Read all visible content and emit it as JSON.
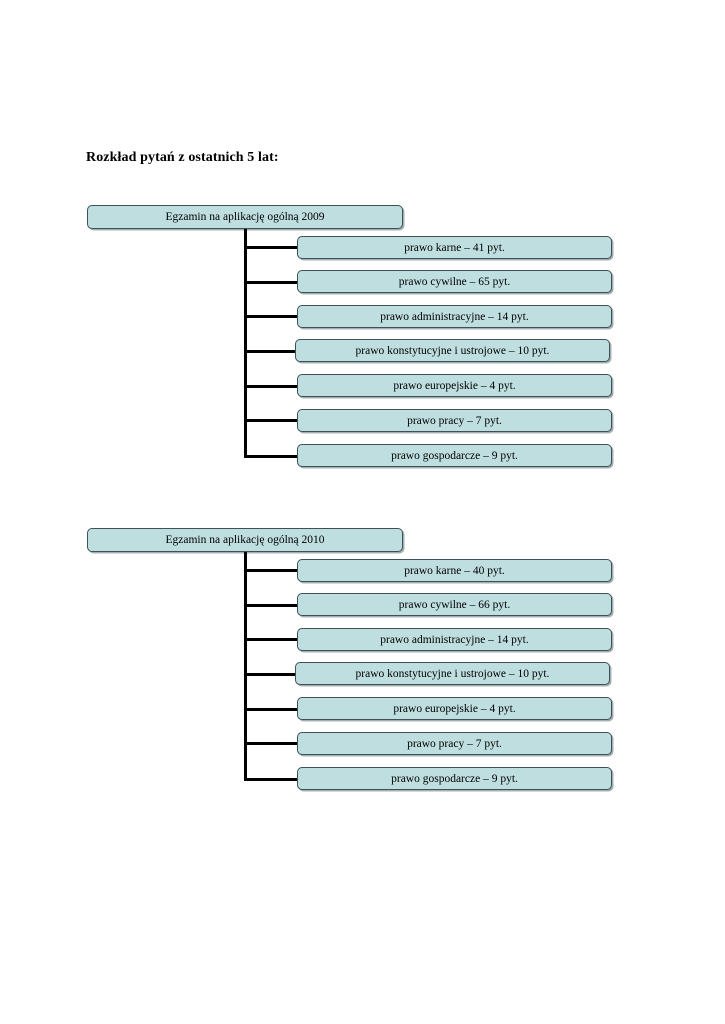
{
  "document": {
    "title": "Rozkład pytań z ostatnich 5 lat:",
    "background_color": "#ffffff",
    "node_fill_color": "#bfdee0",
    "node_border_color": "#3d5257",
    "connector_color": "#000000"
  },
  "chart_data": {
    "type": "diagram",
    "title": "Rozkład pytań z ostatnich 5 lat:",
    "diagram_kind": "tree",
    "groups": [
      {
        "root_label": "Egzamin na aplikację ogólną 2009",
        "year": "2009",
        "children": [
          {
            "label": "prawo karne – 41 pyt.",
            "category": "prawo karne",
            "value": 41,
            "unit": "pyt."
          },
          {
            "label": "prawo cywilne – 65 pyt.",
            "category": "prawo cywilne",
            "value": 65,
            "unit": "pyt."
          },
          {
            "label": "prawo administracyjne – 14 pyt.",
            "category": "prawo administracyjne",
            "value": 14,
            "unit": "pyt."
          },
          {
            "label": "prawo konstytucyjne i ustrojowe – 10 pyt.",
            "category": "prawo konstytucyjne i ustrojowe",
            "value": 10,
            "unit": "pyt."
          },
          {
            "label": "prawo europejskie – 4 pyt.",
            "category": "prawo europejskie",
            "value": 4,
            "unit": "pyt."
          },
          {
            "label": "prawo pracy – 7 pyt.",
            "category": "prawo pracy",
            "value": 7,
            "unit": "pyt."
          },
          {
            "label": "prawo gospodarcze – 9 pyt.",
            "category": "prawo gospodarcze",
            "value": 9,
            "unit": "pyt."
          }
        ]
      },
      {
        "root_label": "Egzamin na aplikację ogólną 2010",
        "year": "2010",
        "children": [
          {
            "label": "prawo karne – 40 pyt.",
            "category": "prawo karne",
            "value": 40,
            "unit": "pyt."
          },
          {
            "label": "prawo cywilne – 66 pyt.",
            "category": "prawo cywilne",
            "value": 66,
            "unit": "pyt."
          },
          {
            "label": "prawo administracyjne – 14 pyt.",
            "category": "prawo administracyjne",
            "value": 14,
            "unit": "pyt."
          },
          {
            "label": "prawo konstytucyjne i ustrojowe – 10 pyt.",
            "category": "prawo konstytucyjne i ustrojowe",
            "value": 10,
            "unit": "pyt."
          },
          {
            "label": "prawo europejskie – 4 pyt.",
            "category": "prawo europejskie",
            "value": 4,
            "unit": "pyt."
          },
          {
            "label": "prawo pracy – 7 pyt.",
            "category": "prawo pracy",
            "value": 7,
            "unit": "pyt."
          },
          {
            "label": "prawo gospodarcze – 9 pyt.",
            "category": "prawo gospodarcze",
            "value": 9,
            "unit": "pyt."
          }
        ]
      }
    ]
  }
}
